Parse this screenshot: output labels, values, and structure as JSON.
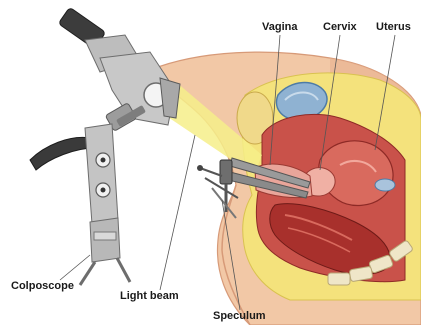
{
  "labels": {
    "vagina": "Vagina",
    "cervix": "Cervix",
    "uterus": "Uterus",
    "colposcope": "Colposcope",
    "light_beam": "Light beam",
    "speculum": "Speculum"
  },
  "colors": {
    "skin": "#f2c8a6",
    "skin_shadow": "#e0a886",
    "fat": "#f4e27c",
    "muscle": "#b83a36",
    "muscle_light": "#d96a5e",
    "organ_pink": "#e9a59a",
    "bladder_blue": "#8fb2d2",
    "light_beam": "#f6ef8a",
    "device_gray": "#b5b5b5",
    "device_dark": "#4a4a4a",
    "speculum_metal": "#8a8a8a"
  }
}
